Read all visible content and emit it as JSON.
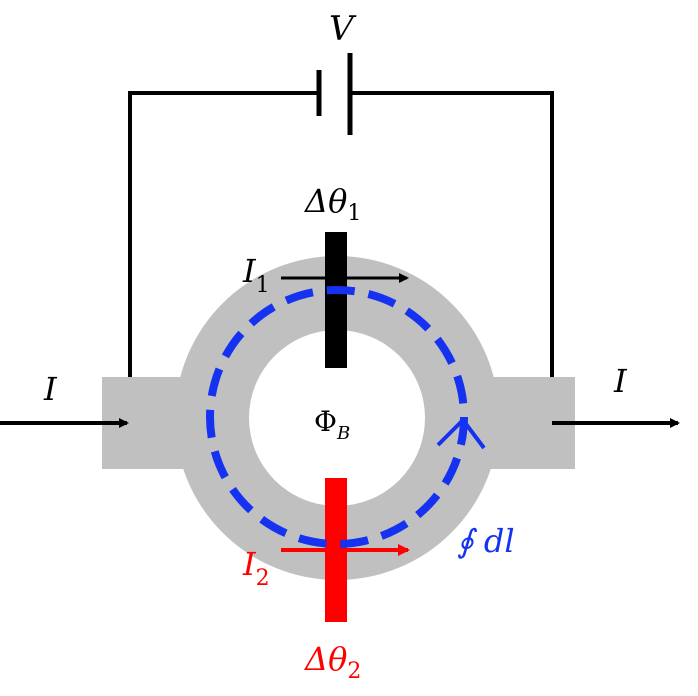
{
  "labels": {
    "voltage": "V",
    "current_in": "I",
    "current_out": "I",
    "delta1_base": "Δθ",
    "delta1_sub": "1",
    "delta2_base": "Δθ",
    "delta2_sub": "2",
    "i1_base": "I",
    "i1_sub": "1",
    "i2_base": "I",
    "i2_sub": "2",
    "flux_base": "Φ",
    "flux_sub": "B",
    "loop_integral": "∮ dl"
  },
  "colors": {
    "wire": "#000000",
    "ring": "#c0c0c0",
    "junction1": "#000000",
    "junction2": "#ff0000",
    "path": "#1432f0"
  }
}
